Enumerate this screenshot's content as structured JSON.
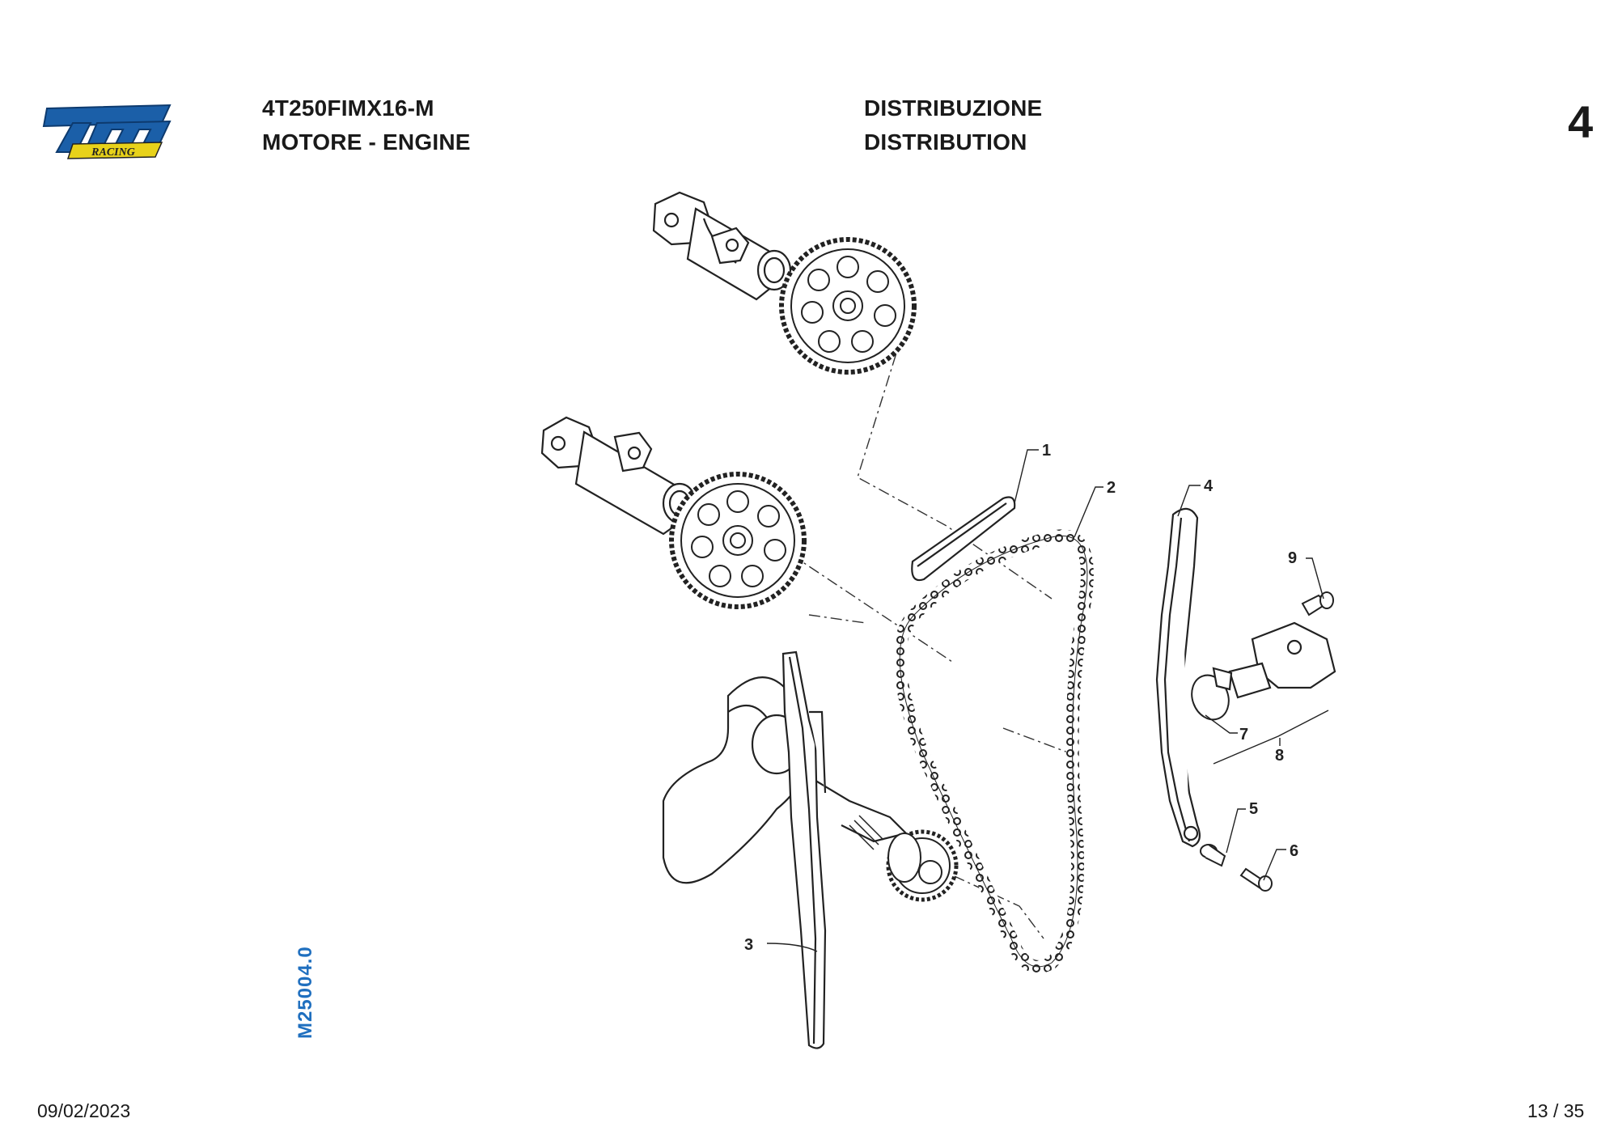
{
  "brand": {
    "logo_text": "tm",
    "logo_subtext": "RACING",
    "logo_color": "#1b5fa8",
    "logo_sub_color": "#e8d21a"
  },
  "header": {
    "model": "4T250FIMX16-M",
    "section": "MOTORE - ENGINE",
    "group_it": "DISTRIBUZIONE",
    "group_en": "DISTRIBUTION",
    "table_number": "4"
  },
  "diagram": {
    "drawing_code": "M25004.0",
    "callouts": [
      "1",
      "2",
      "3",
      "4",
      "5",
      "6",
      "7",
      "8",
      "9"
    ]
  },
  "footer": {
    "date": "09/02/2023",
    "page": "13 / 35"
  }
}
